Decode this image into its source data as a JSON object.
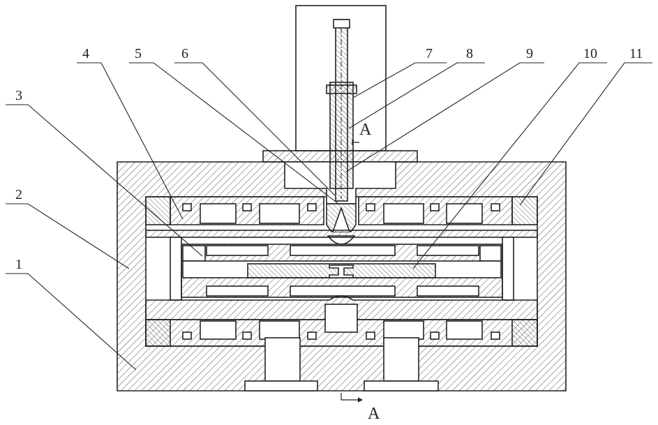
{
  "part_labels": [
    "1",
    "2",
    "3",
    "4",
    "5",
    "6",
    "7",
    "8",
    "9",
    "10",
    "11"
  ],
  "section_labels": {
    "upper": "A",
    "lower": "A"
  },
  "colors": {
    "line": "#222222",
    "hatch": "#555555",
    "background": "#ffffff"
  }
}
